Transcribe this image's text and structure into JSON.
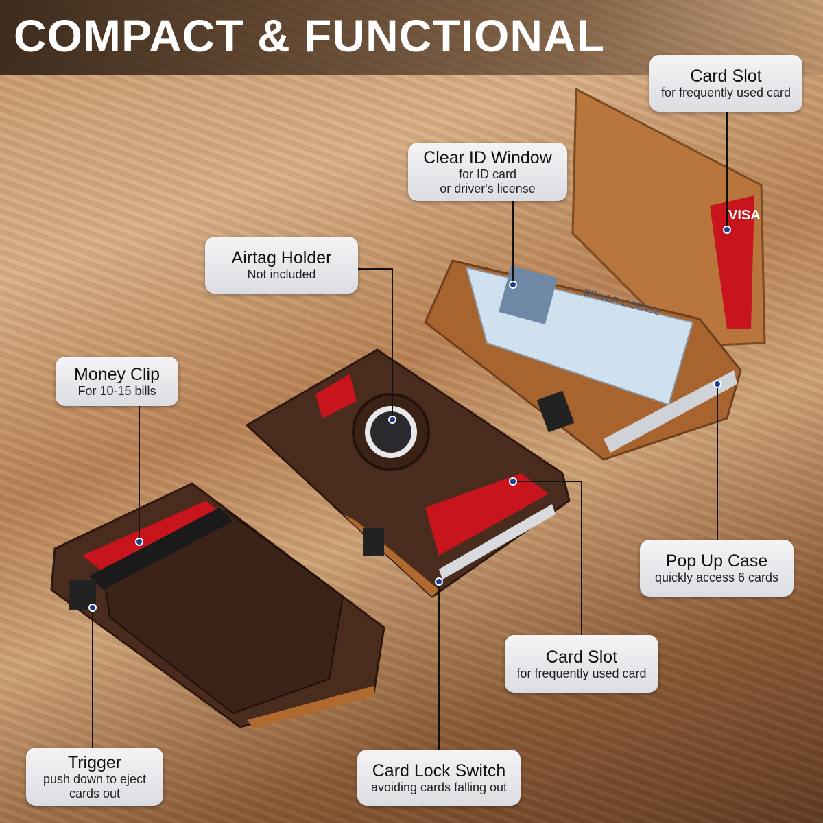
{
  "title": "COMPACT & FUNCTIONAL",
  "callouts": [
    {
      "heading": "Card Slot",
      "sub": [
        "for frequently used card"
      ]
    },
    {
      "heading": "Clear ID Window",
      "sub": [
        "for ID card",
        "or driver's license"
      ]
    },
    {
      "heading": "Airtag Holder",
      "sub": [
        "Not included"
      ]
    },
    {
      "heading": "Money Clip",
      "sub": [
        "For 10-15 bills"
      ]
    },
    {
      "heading": "Pop Up Case",
      "sub": [
        "quickly access 6 cards"
      ]
    },
    {
      "heading": "Card Slot",
      "sub": [
        "for frequently used card"
      ]
    },
    {
      "heading": "Trigger",
      "sub": [
        "push down to eject",
        "cards out"
      ]
    },
    {
      "heading": "Card Lock Switch",
      "sub": [
        "avoiding cards falling out"
      ]
    }
  ],
  "license_text": "DRIVER LICENSE",
  "card_text": "VISA",
  "colors": {
    "leather_brown": "#b06a30",
    "leather_dark": "#4a2c1e",
    "card_red": "#c8141c",
    "callout_bg": "#e8e9ec"
  }
}
